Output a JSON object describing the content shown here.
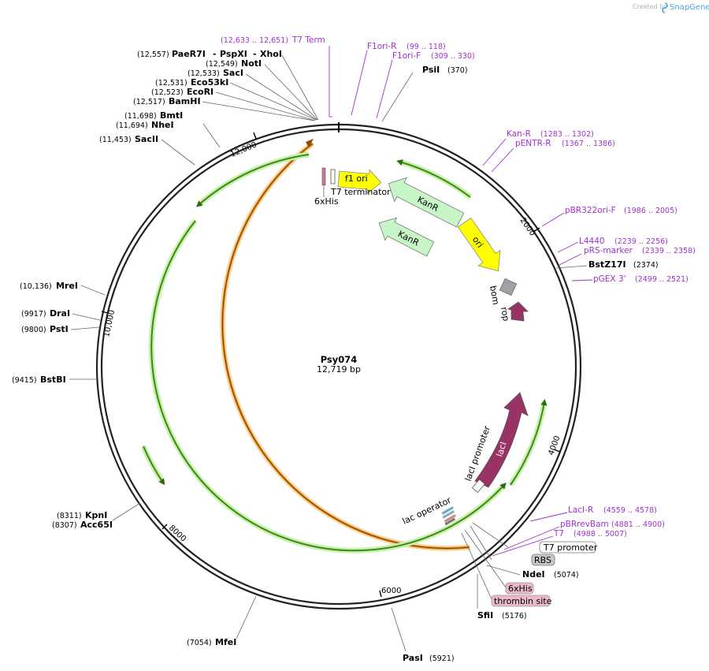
{
  "header": {
    "created_by": "Created by",
    "brand": "SnapGene"
  },
  "plasmid": {
    "name": "Psy074",
    "size_label": "12,719 bp"
  },
  "ticks": [
    "2000",
    "4000",
    "6000",
    "8000",
    "10,000",
    "12,000"
  ],
  "sites": [
    {
      "name": "PaeR7I",
      "pos": "(12,557)"
    },
    {
      "name": "PspXI",
      "pos": ""
    },
    {
      "name": "XhoI",
      "pos": ""
    },
    {
      "name": "NotI",
      "pos": "(12,549)"
    },
    {
      "name": "SacI",
      "pos": "(12,533)"
    },
    {
      "name": "Eco53kI",
      "pos": "(12,531)"
    },
    {
      "name": "EcoRI",
      "pos": "(12,523)"
    },
    {
      "name": "BamHI",
      "pos": "(12,517)"
    },
    {
      "name": "BmtI",
      "pos": "(11,698)"
    },
    {
      "name": "NheI",
      "pos": "(11,694)"
    },
    {
      "name": "SacII",
      "pos": "(11,453)"
    },
    {
      "name": "PsiI",
      "pos": "(370)"
    },
    {
      "name": "BstZ17I",
      "pos": "(2374)"
    },
    {
      "name": "NdeI",
      "pos": "(5074)"
    },
    {
      "name": "SfiI",
      "pos": "(5176)"
    },
    {
      "name": "PasI",
      "pos": "(5921)"
    },
    {
      "name": "MfeI",
      "pos": "(7054)"
    },
    {
      "name": "KpnI",
      "pos": "(8311)"
    },
    {
      "name": "Acc65I",
      "pos": "(8307)"
    },
    {
      "name": "BstBI",
      "pos": "(9415)"
    },
    {
      "name": "PstI",
      "pos": "(9800)"
    },
    {
      "name": "DraI",
      "pos": "(9917)"
    },
    {
      "name": "MreI",
      "pos": "(10,136)"
    }
  ],
  "primers": [
    {
      "name": "T7 Term",
      "range": "(12,633 .. 12,651)"
    },
    {
      "name": "F1ori-R",
      "range": "(99 .. 118)"
    },
    {
      "name": "F1ori-F",
      "range": "(309 .. 330)"
    },
    {
      "name": "Kan-R",
      "range": "(1283 .. 1302)"
    },
    {
      "name": "pENTR-R",
      "range": "(1367 .. 1386)"
    },
    {
      "name": "pBR322ori-F",
      "range": "(1986 .. 2005)"
    },
    {
      "name": "L4440",
      "range": "(2239 .. 2256)"
    },
    {
      "name": "pRS-marker",
      "range": "(2339 .. 2358)"
    },
    {
      "name": "pGEX 3'",
      "range": "(2499 .. 2521)"
    },
    {
      "name": "LacI-R",
      "range": "(4559 .. 4578)"
    },
    {
      "name": "pBRrevBam",
      "range": "(4881 .. 4900)"
    },
    {
      "name": "T7",
      "range": "(4988 .. 5007)"
    }
  ],
  "features": {
    "f1_ori": "f1 ori",
    "t7_terminator": "T7 terminator",
    "his6_top": "6xHis",
    "kanr_outer": "KanR",
    "kanr_inner": "KanR",
    "ori": "ori",
    "bom": "bom",
    "rop": "rop",
    "laci": "lacI",
    "laci_promoter": "lacI promoter",
    "lac_operator": "lac operator",
    "t7_promoter": "T7 promoter",
    "rbs": "RBS",
    "his6_box": "6xHis",
    "thrombin": "thrombin site"
  },
  "colors": {
    "backbone": "#222222",
    "primer": "#a030d0",
    "orange_arc": "#e38a1e",
    "green_arc": "#3e8a10",
    "f1_ori": "#ffff00",
    "kanr": "#c8f5c8",
    "laci": "#993366",
    "bom": "#a0a0a8"
  }
}
